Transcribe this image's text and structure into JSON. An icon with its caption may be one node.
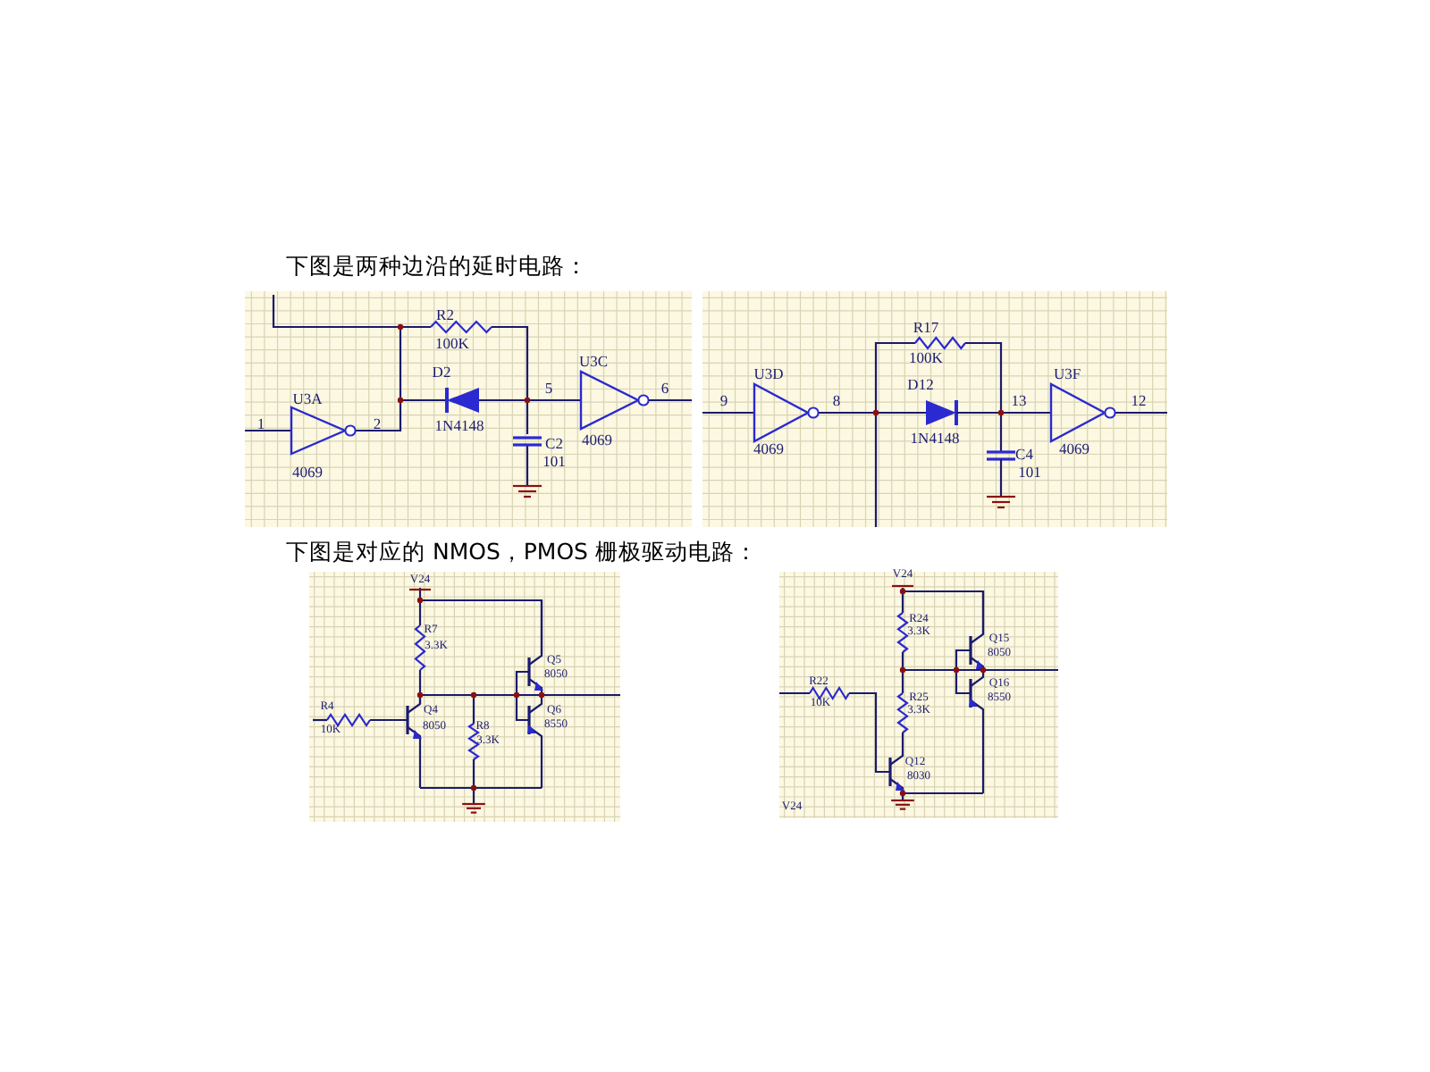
{
  "diagram": {
    "labels": [
      "下图是两种边沿的延时电路：",
      "R2",
      "100K",
      "U3C",
      "D2",
      "5",
      "6",
      "U3A",
      "1",
      "2",
      "1N4148",
      "C2",
      "4069",
      "101",
      "4069",
      "R17",
      "100K",
      "U3D",
      "U3F",
      "D12",
      "9",
      "8",
      "13",
      "12",
      "1N4148",
      "4069",
      "C4",
      "4069",
      "101",
      "下图是对应的 NMOS，PMOS 栅极驱动电路：",
      "V24",
      "R7",
      "3.3K",
      "Q5",
      "8050",
      "R4",
      "10K",
      "Q4",
      "8050",
      "R8",
      "3.3K",
      "Q6",
      "8550",
      "V24",
      "R24",
      "3.3K",
      "Q15",
      "8050",
      "R22",
      "10K",
      "R25",
      "3.3K",
      "Q16",
      "8550",
      "Q12",
      "8030",
      "V24"
    ]
  }
}
